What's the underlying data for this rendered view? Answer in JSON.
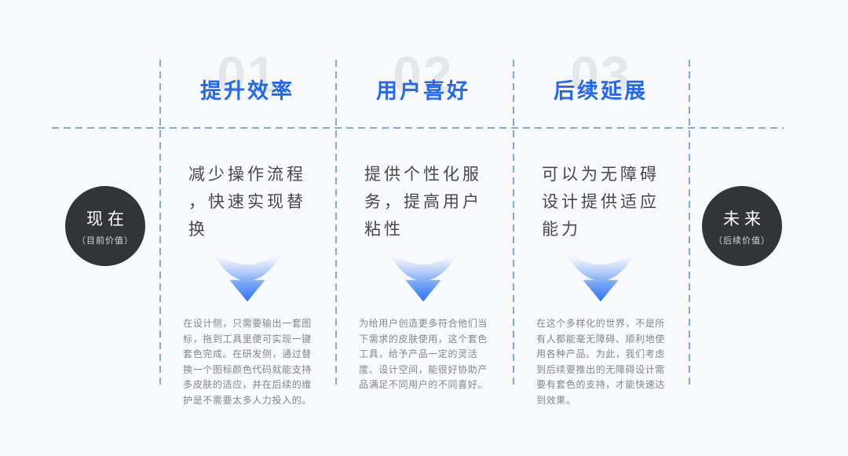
{
  "colors": {
    "background": "#f9fafd",
    "heading_blue": "#2468f2",
    "ghost_number_gray": "#e5e7ec",
    "dash_blue": "#85a7f2",
    "body_text": "#47474d",
    "detail_text": "#84858b",
    "circle_bg": "#333437",
    "arrow_blue": "#2a72f2"
  },
  "left_circle": {
    "title": "现在",
    "subtitle": "（目前价值）"
  },
  "right_circle": {
    "title": "未来",
    "subtitle": "（后续价值）"
  },
  "columns": [
    {
      "number": "01",
      "heading": "提升效率",
      "body": "减少操作流程\n，快速实现替\n换",
      "detail": "在设计侧，只需要输出一套图\n标，拖到工具里便可实现一键\n套色完成。在研发侧，通过替\n换一个图标颜色代码就能支持\n多皮肤的适应，并在后续的维\n护是不需要太多人力投入的。"
    },
    {
      "number": "02",
      "heading": "用户喜好",
      "body": "提供个性化服\n务，提高用户\n粘性",
      "detail": "为给用户创造更多符合他们当\n下需求的皮肤使用，这个套色\n工具，给予产品一定的灵活\n度、设计空间，能很好协助产\n品满足不同用户的不同喜好。"
    },
    {
      "number": "03",
      "heading": "后续延展",
      "body": "可以为无障碍\n设计提供适应\n能力",
      "detail": "在这个多样化的世界，不是所\n有人都能毫无障碍、顺利地使\n用各种产品。为此，我们考虑\n到后续要推出的无障碍设计需\n要有套色的支持，才能快速达\n到效果。"
    }
  ]
}
